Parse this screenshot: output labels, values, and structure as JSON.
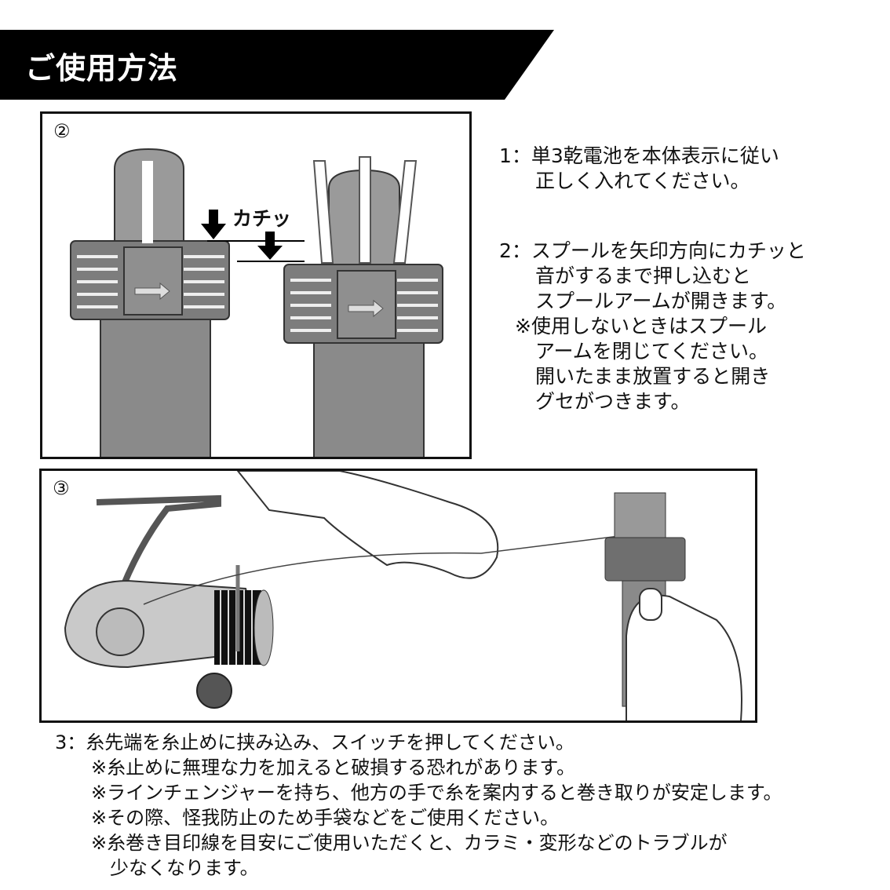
{
  "header": {
    "title": "ご使用方法",
    "bg_color": "#000000"
  },
  "panel2": {
    "label": "②",
    "callout": "カチッ"
  },
  "panel3": {
    "label": "③"
  },
  "step1": {
    "lines": [
      "1：単3乾電池を本体表示に従い",
      "正しく入れてください。"
    ]
  },
  "step2": {
    "lines": [
      "2：スプールを矢印方向にカチッと",
      "音がするまで押し込むと",
      "スプールアームが開きます。",
      "※使用しないときはスプール",
      "アームを閉じてください。",
      "開いたまま放置すると開き",
      "グセがつきます。"
    ]
  },
  "step3": {
    "lines": [
      "3：糸先端を糸止めに挟み込み、スイッチを押してください。",
      "※糸止めに無理な力を加えると破損する恐れがあります。",
      "※ラインチェンジャーを持ち、他方の手で糸を案内すると巻き取りが安定します。",
      "※その際、怪我防止のため手袋などをご使用ください。",
      "※糸巻き目印線を目安にご使用いただくと、カラミ・変形などのトラブルが",
      "少なくなります。"
    ]
  }
}
